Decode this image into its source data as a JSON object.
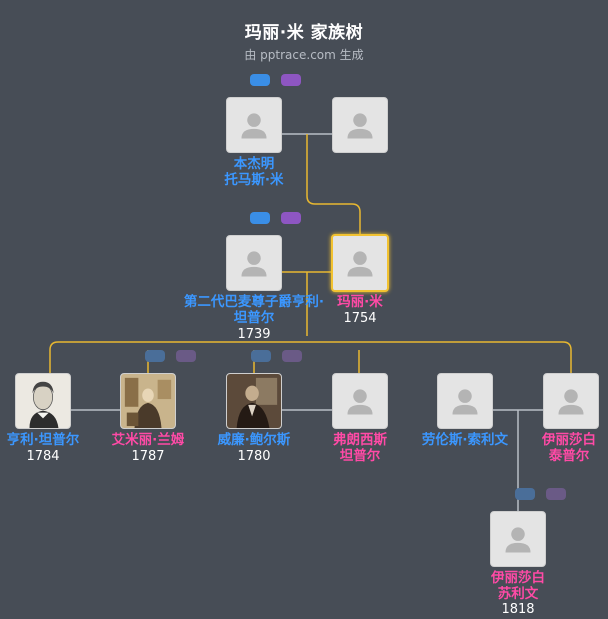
{
  "header": {
    "title": "玛丽·米 家族树",
    "subtitle": "由 pptrace.com 生成"
  },
  "people": {
    "benjamin": {
      "name1": "本杰明",
      "name2": "托马斯·米"
    },
    "second_baron": {
      "name1": "第二代巴麦尊子爵亨利·",
      "name2": "坦普尔",
      "year": "1739"
    },
    "mary": {
      "name1": "玛丽·米",
      "year": "1754"
    },
    "henry": {
      "name1": "亨利·坦普尔",
      "year": "1784"
    },
    "emily": {
      "name1": "艾米丽·兰姆",
      "year": "1787"
    },
    "william": {
      "name1": "威廉·鲍尔斯",
      "year": "1780"
    },
    "frances": {
      "name1": "弗朗西斯",
      "name2": "坦普尔"
    },
    "laurence": {
      "name1": "劳伦斯·索利文"
    },
    "elizabeth": {
      "name1": "伊丽莎白",
      "name2": "泰普尔"
    },
    "elizabeth_sullivan": {
      "name1": "伊丽莎白",
      "name2": "苏利文",
      "year": "1818"
    }
  },
  "colors": {
    "male": "#3b97ff",
    "female": "#ff4aa6",
    "focus_border": "#f2c230",
    "line_gold": "#e8b830",
    "line_gray": "#b9bec6"
  },
  "icons": {
    "avatar": "person-silhouette-icon",
    "toggle_blue": "expand-father-icon",
    "toggle_purple": "expand-mother-icon"
  }
}
